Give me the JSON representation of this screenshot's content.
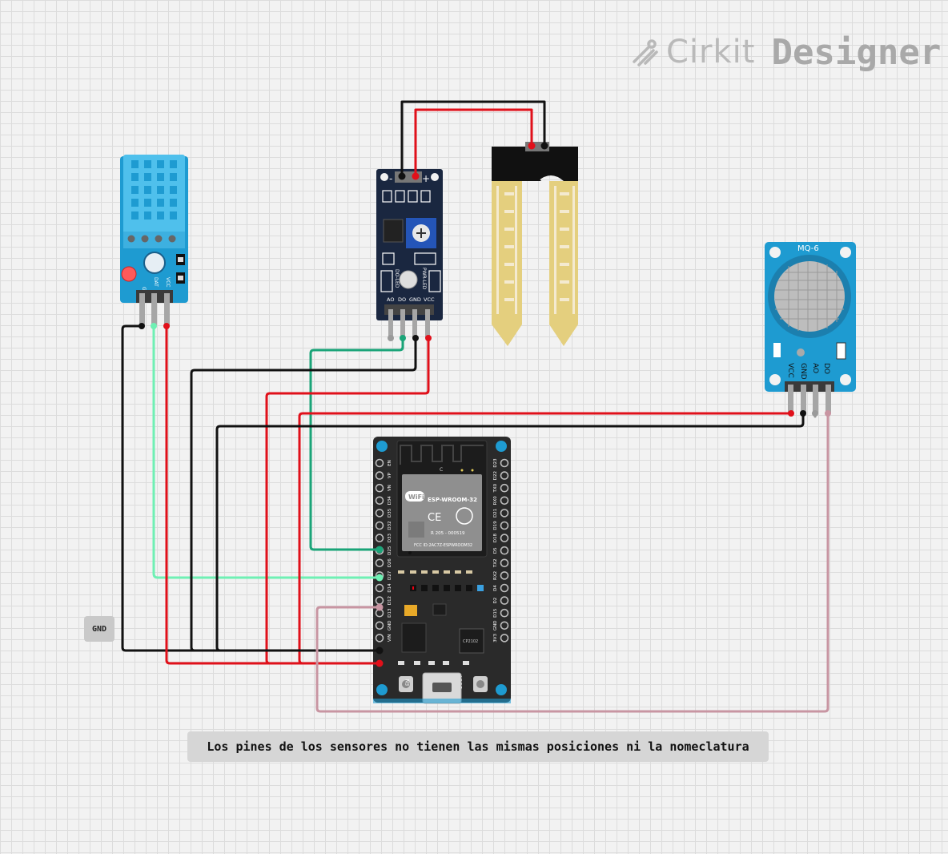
{
  "brand": {
    "name": "Cirkit",
    "product": "Designer"
  },
  "labels": {
    "gnd_tag": "GND",
    "note": "Los pines de los sensores no tienen las mismas posiciones ni la nomeclatura"
  },
  "dht11": {
    "pins": [
      "GND",
      "DAT",
      "VCC"
    ]
  },
  "soil_module": {
    "top_pins": [
      "-",
      "+"
    ],
    "pins": [
      "AO",
      "DO",
      "GND",
      "VCC"
    ],
    "leds": [
      "DO-LED",
      "PWR-LED"
    ]
  },
  "mq6": {
    "title": "MQ-6",
    "pins": [
      "VCC",
      "GND",
      "AO",
      "DO"
    ]
  },
  "esp32": {
    "module": "ESP-WROOM-32",
    "cert": "R  205 - 000519",
    "fcc": "FCC ID:2AC7Z-ESPWROOM32",
    "left_pins": [
      "EN",
      "VP",
      "VN",
      "D34",
      "D35",
      "D32",
      "D33",
      "D25",
      "D26",
      "D27",
      "D14",
      "D12",
      "D13",
      "GND",
      "VIN"
    ],
    "right_pins": [
      "D23",
      "D22",
      "TX0",
      "RX0",
      "D21",
      "D19",
      "D18",
      "D5",
      "TX2",
      "RX2",
      "D4",
      "D2",
      "D15",
      "GND",
      "3V3"
    ],
    "buttons": [
      "EN",
      "BOOT"
    ],
    "chip": "CP2102"
  },
  "colors": {
    "wire_black": "#111111",
    "wire_red": "#e0101a",
    "wire_mint": "#6ff0b4",
    "wire_green": "#1aa478",
    "wire_pink": "#c895a2",
    "wire_gray": "#9a9a9a",
    "board_blue": "#1e9bd1",
    "board_navy": "#1a2740",
    "board_black": "#2a2a2a"
  }
}
